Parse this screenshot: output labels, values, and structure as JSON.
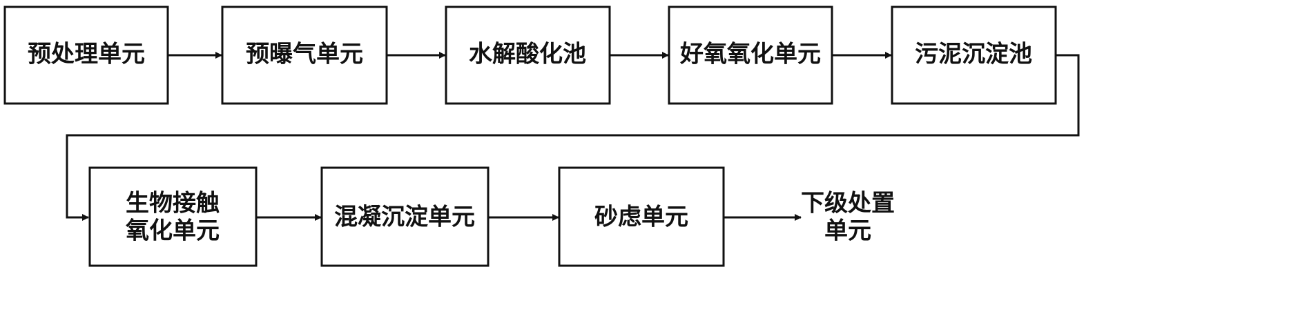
{
  "diagram": {
    "row1": [
      {
        "lines": [
          "预处理单元"
        ]
      },
      {
        "lines": [
          "预曝气单元"
        ]
      },
      {
        "lines": [
          "水解酸化池"
        ]
      },
      {
        "lines": [
          "好氧氧化单元"
        ]
      },
      {
        "lines": [
          "污泥沉淀池"
        ]
      }
    ],
    "row2": [
      {
        "lines": [
          "生物接触",
          "氧化单元"
        ]
      },
      {
        "lines": [
          "混凝沉淀单元"
        ]
      },
      {
        "lines": [
          "砂虑单元"
        ]
      }
    ],
    "final_label": {
      "lines": [
        "下级处置",
        "单元"
      ]
    }
  }
}
